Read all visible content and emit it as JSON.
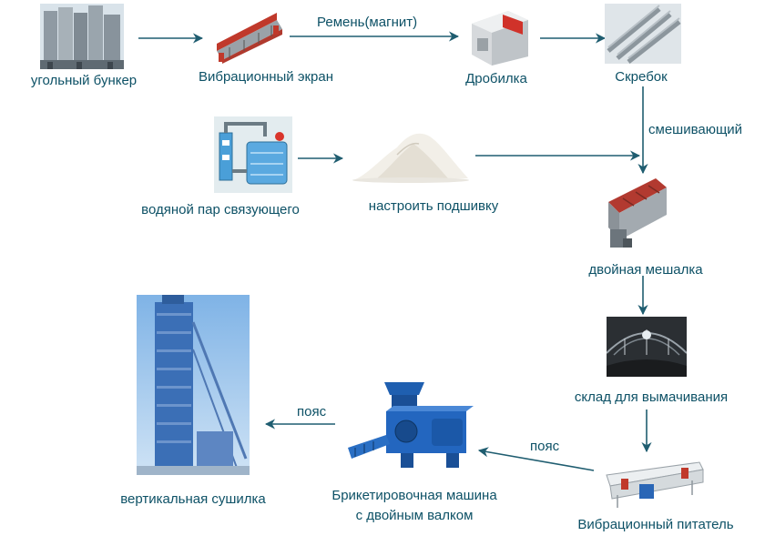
{
  "nodes": {
    "coal_bunker": "угольный бункер",
    "vibrating_screen": "Вибрационный экран",
    "crusher": "Дробилка",
    "scraper": "Скребок",
    "steam_binder": "водяной пар связующего",
    "adjust_binder": "настроить подшивку",
    "double_mixer": "двойная мешалка",
    "soaking_warehouse": "склад для вымачивания",
    "vibrating_feeder": "Вибрационный питатель",
    "briquette_machine_line1": "Брикетировочная машина",
    "briquette_machine_line2": "с двойным валком",
    "vertical_dryer": "вертикальная сушилка"
  },
  "edges": {
    "belt_magnet": "Ремень(магнит)",
    "mixing": "смешивающий",
    "belt_1": "пояс",
    "belt_2": "пояс"
  },
  "colors": {
    "text": "#0d5166",
    "arrow": "#1f5d70",
    "machine_blue": "#1f5fb0",
    "machine_red": "#c0392b"
  }
}
